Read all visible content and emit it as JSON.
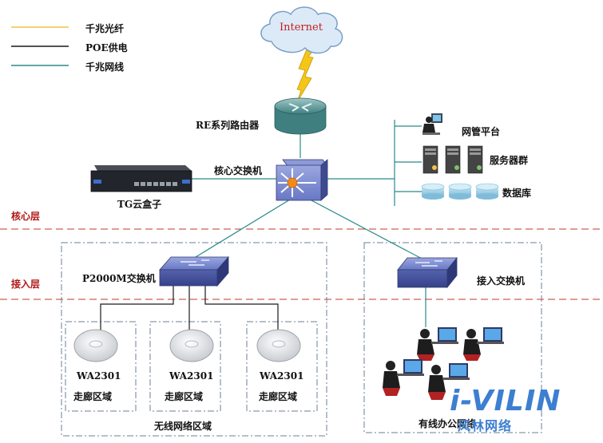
{
  "legend": {
    "items": [
      {
        "label": "千兆光纤",
        "color": "#f2c34a"
      },
      {
        "label": "POE供电",
        "color": "#1a1a1a"
      },
      {
        "label": "千兆网线",
        "color": "#2b8a8a"
      }
    ]
  },
  "cloud": {
    "label": "Internet"
  },
  "core": {
    "zone_label": "核心层",
    "router_label": "RE系列路由器",
    "core_switch_label": "核心交换机",
    "tg_box_label": "TG云盒子",
    "mgmt_label": "网管平台",
    "servers_label": "服务器群",
    "database_label": "数据库"
  },
  "access": {
    "zone_label": "接入层",
    "p2000m_label": "P2000M交换机",
    "access_switch_label": "接入交换机"
  },
  "wireless": {
    "aps": [
      {
        "model": "WA2301",
        "area": "走廊区域"
      },
      {
        "model": "WA2301",
        "area": "走廊区域"
      },
      {
        "model": "WA2301",
        "area": "走廊区域"
      }
    ],
    "zone_label": "无线网络区域"
  },
  "wired": {
    "zone_label": "有线办公网络"
  },
  "logo": {
    "top": "i-VILIN",
    "bottom": "风林网络"
  },
  "colors": {
    "zone_divider": "#c0392b",
    "network_line": "#2b8a8a",
    "fiber": "#f2c34a",
    "poe": "#1a1a1a",
    "device_blue": "#5a6fb8",
    "logo": "#3d7fd0"
  }
}
